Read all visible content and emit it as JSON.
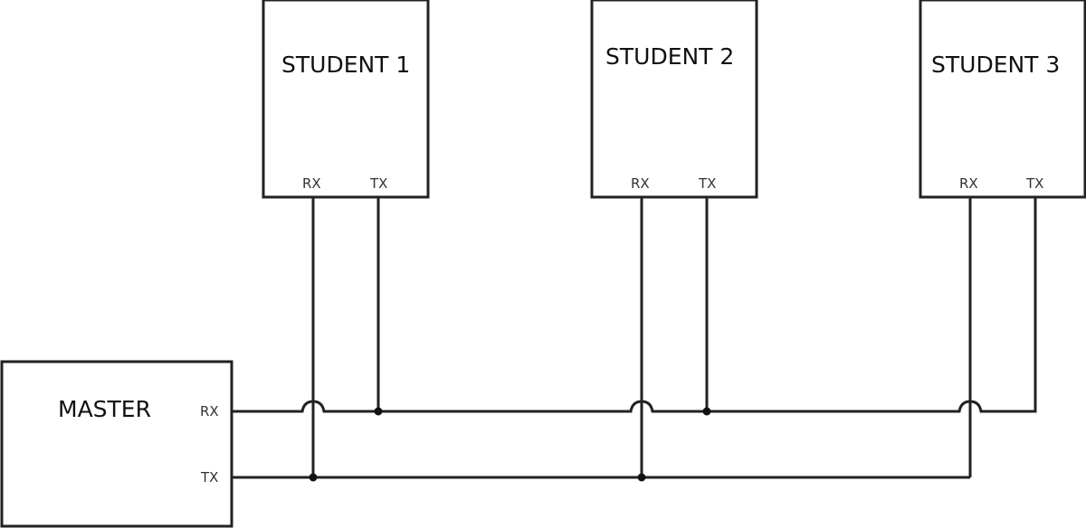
{
  "master": {
    "label": "MASTER",
    "rx": "RX",
    "tx": "TX"
  },
  "students": [
    {
      "label": "STUDENT 1",
      "rx": "RX",
      "tx": "TX"
    },
    {
      "label": "STUDENT 2",
      "rx": "RX",
      "tx": "TX"
    },
    {
      "label": "STUDENT 3",
      "rx": "RX",
      "tx": "TX"
    }
  ],
  "colors": {
    "line": "#222222",
    "background": "#ffffff"
  }
}
